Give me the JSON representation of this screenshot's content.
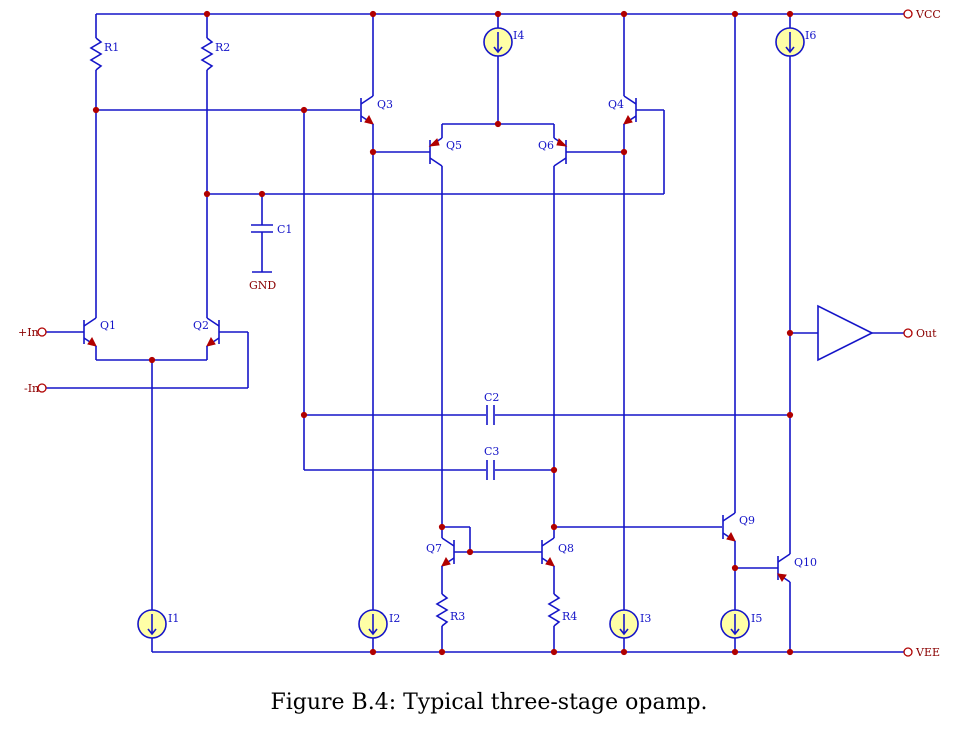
{
  "figure": {
    "caption": "Figure B.4: Typical three-stage opamp."
  },
  "ports": {
    "vcc": "VCC",
    "vee": "VEE",
    "in_plus": "+In",
    "in_minus": "-In",
    "out": "Out",
    "gnd": "GND"
  },
  "components": {
    "R1": "R1",
    "R2": "R2",
    "R3": "R3",
    "R4": "R4",
    "C1": "C1",
    "C2": "C2",
    "C3": "C3",
    "Q1": "Q1",
    "Q2": "Q2",
    "Q3": "Q3",
    "Q4": "Q4",
    "Q5": "Q5",
    "Q6": "Q6",
    "Q7": "Q7",
    "Q8": "Q8",
    "Q9": "Q9",
    "Q10": "Q10",
    "I1": "I1",
    "I2": "I2",
    "I3": "I3",
    "I4": "I4",
    "I5": "I5",
    "I6": "I6"
  },
  "colors": {
    "wire": "#1515c8",
    "node": "#b00000",
    "current_source_fill": "#ffffa6",
    "port_label": "#8a0000"
  }
}
